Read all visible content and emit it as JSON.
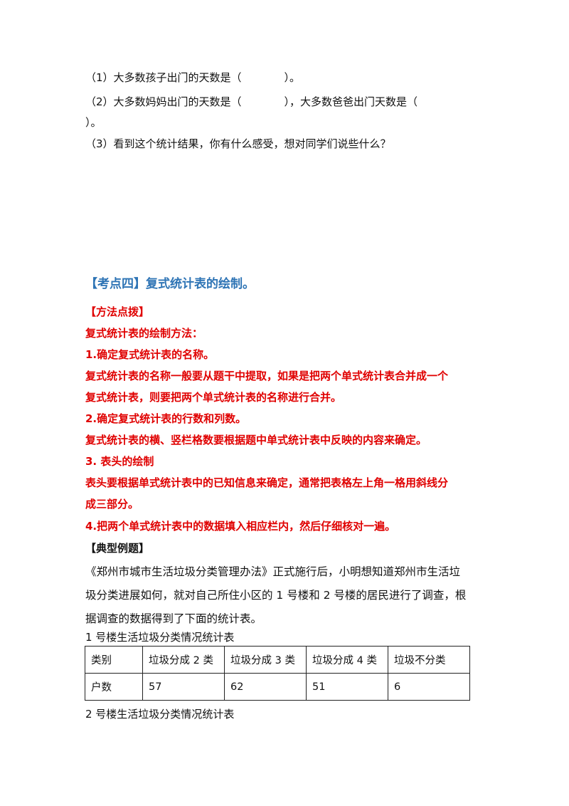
{
  "questions": {
    "q1": "（1）大多数孩子出门的天数是（　　　　）。",
    "q2": "（2）大多数妈妈出门的天数是（　　　　），大多数爸爸出门天数是（",
    "q2_cont": "）。",
    "q3": "（3）看到这个统计结果，你有什么感受，想对同学们说些什么？"
  },
  "section": {
    "title": "【考点四】复式统计表的绘制。"
  },
  "method": {
    "heading": "【方法点拨】",
    "subheading": "复式统计表的绘制方法：",
    "step1": "1.确定复式统计表的名称。",
    "step1_desc_a": "复式统计表的名称一般要从题干中提取，如果是把两个单式统计表合并成一个",
    "step1_desc_b": "复式统计表，则要把两个单式统计表的名称进行合并。",
    "step2": "2.确定复式统计表的行数和列数。",
    "step2_desc": "复式统计表的横、竖栏格数要根据题中单式统计表中反映的内容来确定。",
    "step3": "3. 表头的绘制",
    "step3_desc_a": "表头要根据单式统计表中的已知信息来确定，通常把表格左上角一格用斜线分",
    "step3_desc_b": "成三部分。",
    "step4": "4.把两个单式统计表中的数据填入相应栏内，然后仔细核对一遍。"
  },
  "example": {
    "heading": "【典型例题】",
    "para_a": "《郑州市城市生活垃圾分类管理办法》正式施行后，小明想知道郑州市生活垃",
    "para_b": "圾分类进展如何，就对自己所住小区的 1 号楼和 2 号楼的居民进行了调查，根",
    "para_c": "据调查的数据得到了下面的统计表。",
    "table1_title": "1 号楼生活垃圾分类情况统计表",
    "table1": {
      "header": [
        "类别",
        "垃圾分成 2 类",
        "垃圾分成 3 类",
        "垃圾分成 4 类",
        "垃圾不分类"
      ],
      "row": [
        "户数",
        "57",
        "62",
        "51",
        "6"
      ]
    },
    "table2_title": "2 号楼生活垃圾分类情况统计表"
  }
}
